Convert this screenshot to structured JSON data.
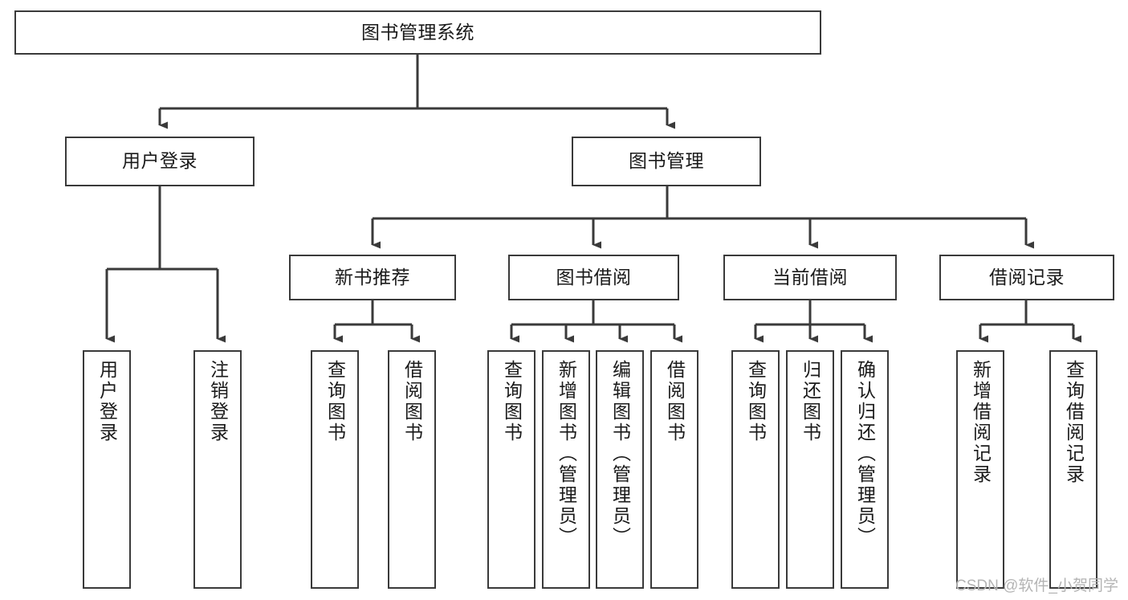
{
  "diagram": {
    "type": "tree-hierarchy",
    "title": "图书管理系统",
    "watermark": "CSDN @软件_小贺同学",
    "colors": {
      "node_border": "#3a3a3a",
      "node_fill": "#ffffff",
      "connector": "#3a3a3a",
      "text": "#1a1a1a",
      "watermark": "#b4b4b4",
      "background": "#ffffff"
    },
    "levels": {
      "root": {
        "label": "图书管理系统"
      },
      "level2": [
        {
          "label": "用户登录"
        },
        {
          "label": "图书管理"
        }
      ],
      "level3": [
        {
          "label": "新书推荐"
        },
        {
          "label": "图书借阅"
        },
        {
          "label": "当前借阅"
        },
        {
          "label": "借阅记录"
        }
      ],
      "leaves": {
        "user_login": [
          {
            "label": "用户登录"
          },
          {
            "label": "注销登录"
          }
        ],
        "new_book_recommend": [
          {
            "label": "查询图书"
          },
          {
            "label": "借阅图书"
          }
        ],
        "book_borrow": [
          {
            "label": "查询图书"
          },
          {
            "label": "新增图书（管理员）"
          },
          {
            "label": "编辑图书（管理员）"
          },
          {
            "label": "借阅图书"
          }
        ],
        "current_borrow": [
          {
            "label": "查询图书"
          },
          {
            "label": "归还图书"
          },
          {
            "label": "确认归还（管理员）"
          }
        ],
        "borrow_record": [
          {
            "label": "新增借阅记录"
          },
          {
            "label": "查询借阅记录"
          }
        ]
      }
    }
  }
}
